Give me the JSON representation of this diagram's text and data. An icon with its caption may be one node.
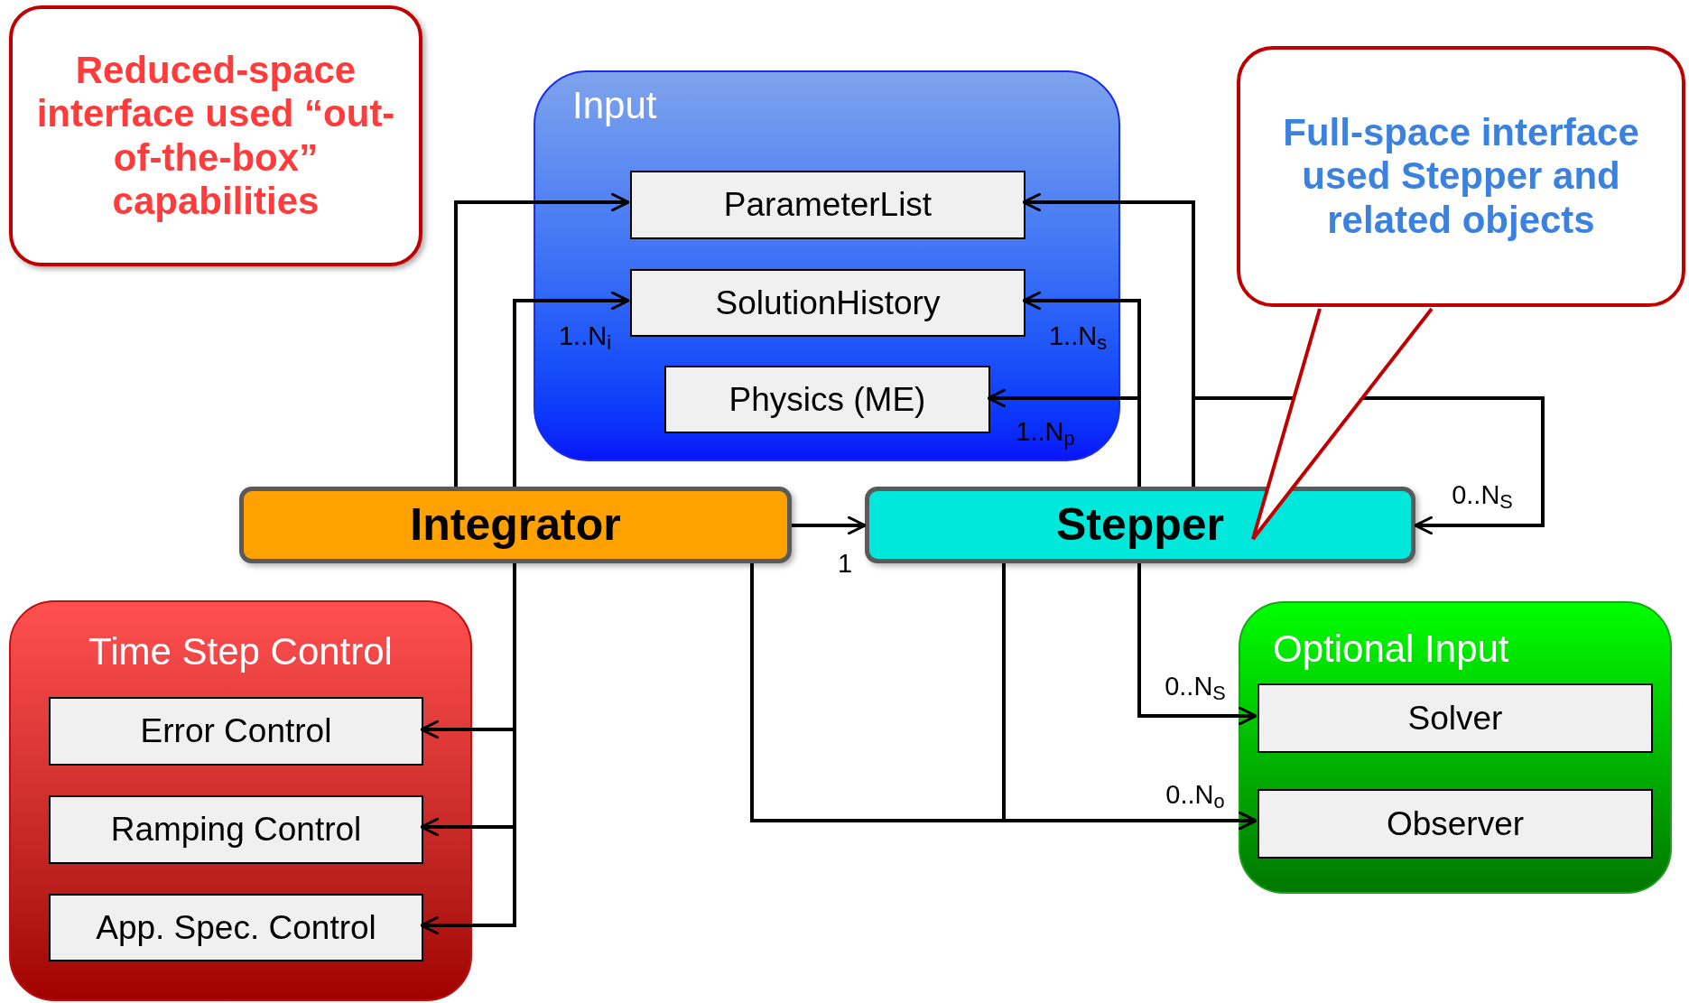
{
  "diagram": {
    "nodes": [
      {
        "text": [
          "Reduced-space interface used “out-of-the-box” capabilities"
        ]
      },
      {
        "text": [
          "Input"
        ]
      },
      {
        "text": [
          "ParameterList"
        ],
        "in": 1
      },
      {
        "text": [
          "SolutionHistory"
        ],
        "in": 1
      },
      {
        "text": [
          "Physics (ME)"
        ],
        "in": 1
      },
      {
        "text": [
          "Full-space interface used Stepper and related objects"
        ]
      },
      {
        "text": [
          "Integrator"
        ]
      },
      {
        "text": [
          "Stepper"
        ]
      },
      {
        "text": [
          "Time Step Control"
        ]
      },
      {
        "text": [
          "Error Control"
        ],
        "in": 8
      },
      {
        "text": [
          "Ramping Control"
        ],
        "in": 8
      },
      {
        "text": [
          "App. Spec. Control"
        ],
        "in": 8
      },
      {
        "text": [
          "Optional Input"
        ]
      },
      {
        "text": [
          "Solver"
        ],
        "in": 12
      },
      {
        "text": [
          "Observer"
        ],
        "in": 12
      }
    ],
    "edges": [
      {
        "from": 6,
        "to": 2,
        "arrow": "to"
      },
      {
        "from": 6,
        "to": 3,
        "arrow": "to",
        "label": "1..N$_{i}$"
      },
      {
        "from": 6,
        "to": 7,
        "arrow": "to",
        "label": "1"
      },
      {
        "from": 7,
        "to": 2,
        "arrow": "to"
      },
      {
        "from": 7,
        "to": 3,
        "arrow": "to",
        "label": "1..N$_{s}$"
      },
      {
        "from": 7,
        "to": 4,
        "arrow": "to",
        "label": "1..N$_{p}$"
      },
      {
        "from": 7,
        "to": 7,
        "arrow": "to",
        "label": "0..N$_{S}$"
      },
      {
        "from": 6,
        "to": 9,
        "arrow": "to"
      },
      {
        "from": 6,
        "to": 10,
        "arrow": "to"
      },
      {
        "from": 6,
        "to": 11,
        "arrow": "to"
      },
      {
        "from": 7,
        "to": 13,
        "arrow": "to",
        "label": "0..N$_{S}$"
      },
      {
        "from": 6,
        "to": 14,
        "arrow": "to",
        "label": "0..N$_{o}$"
      },
      {
        "from": 7,
        "to": 14,
        "arrow": "to"
      }
    ]
  }
}
